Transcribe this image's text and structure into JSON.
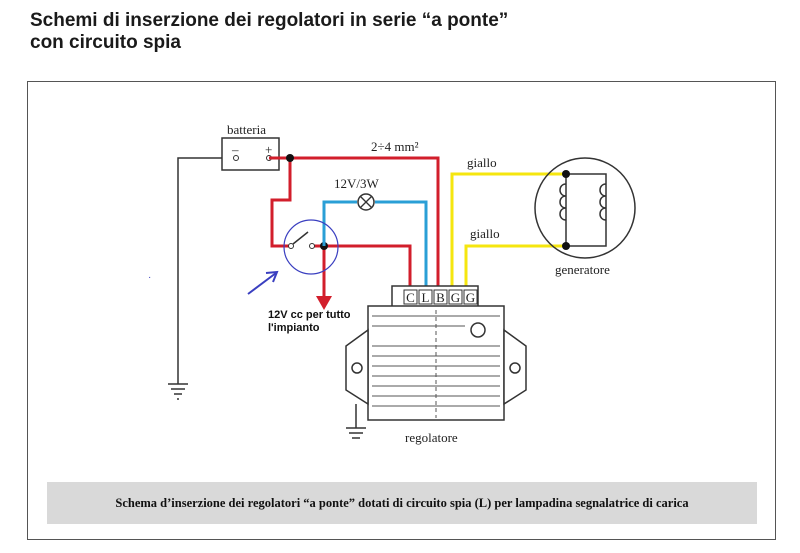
{
  "title": {
    "line1": "Schemi di inserzione dei regolatori in serie “a ponte”",
    "line2": "con circuito spia"
  },
  "diagram": {
    "battery_label": "batteria",
    "battery_minus": "–",
    "battery_plus": "+",
    "wire_section": "2÷4 mm²",
    "lamp_label": "12V/3W",
    "wire_yellow_1": "giallo",
    "wire_yellow_2": "giallo",
    "generator_label": "generatore",
    "regulator_label": "regolatore",
    "terminals": [
      "C",
      "L",
      "B",
      "G",
      "G"
    ],
    "output_note_line1": "12V cc per tutto",
    "output_note_line2": "l'impianto",
    "colors": {
      "red": "#d21e2b",
      "blue": "#2a9fd6",
      "yellow": "#f5e60f",
      "ink": "#333333",
      "arrow": "#3a3fc0"
    }
  },
  "caption": "Schema d’inserzione dei regolatori “a ponte” dotati di circuito spia (L) per lampadina segnalatrice di carica"
}
